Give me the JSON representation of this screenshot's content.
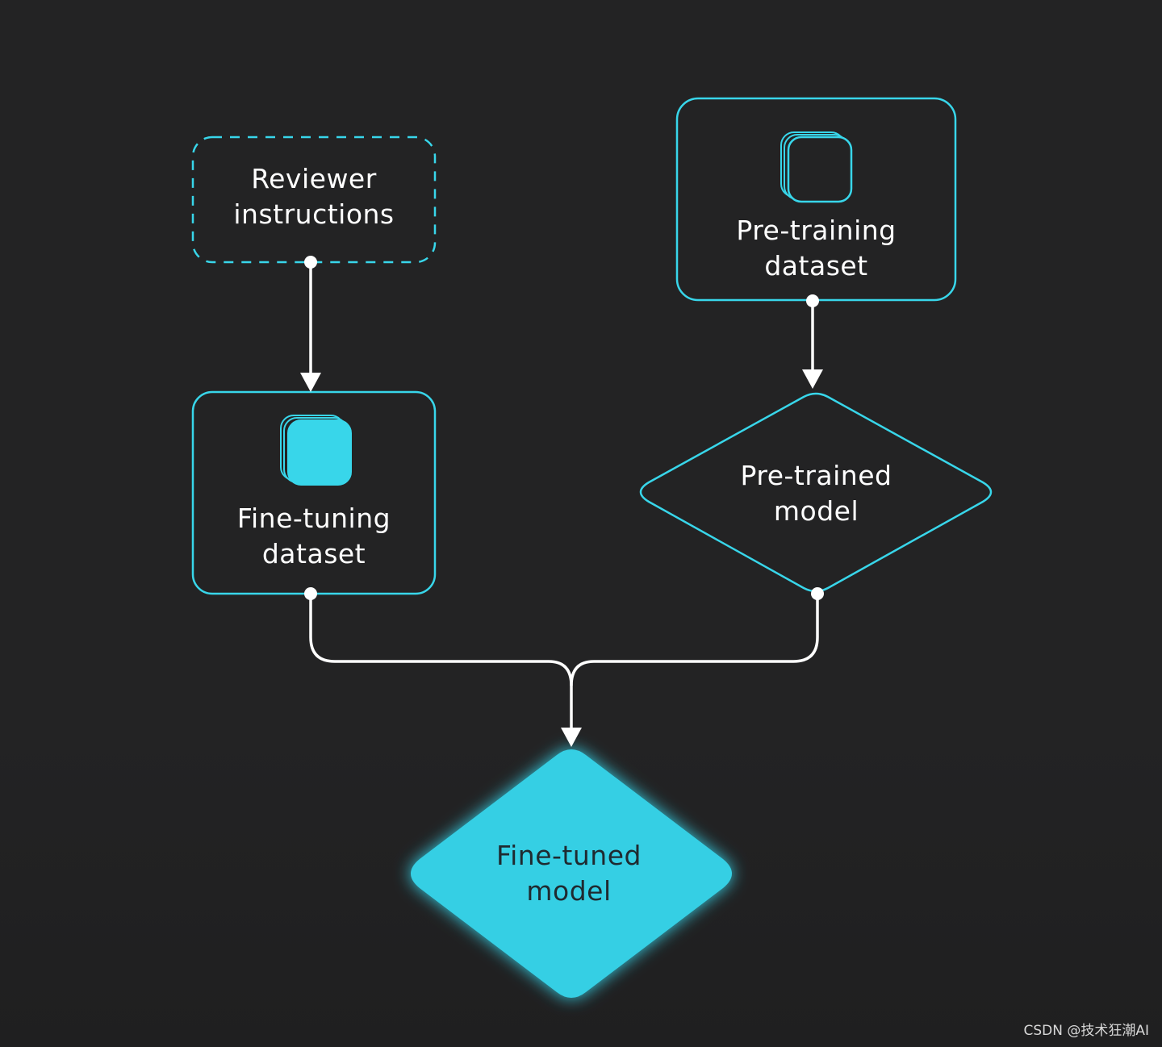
{
  "colors": {
    "background": "#232324",
    "accent": "#38d6ea",
    "connector": "#ffffff",
    "text": "#ffffff",
    "text_on_accent": "#1f2a30"
  },
  "nodes": {
    "reviewer_instructions": {
      "line1": "Reviewer",
      "line2": "instructions",
      "shape": "dashed-rounded-rectangle"
    },
    "fine_tuning_dataset": {
      "line1": "Fine-tuning",
      "line2": "dataset",
      "shape": "rounded-rectangle",
      "icon": "stacked-squares-icon-filled"
    },
    "pre_training_dataset": {
      "line1": "Pre-training",
      "line2": "dataset",
      "shape": "rounded-rectangle",
      "icon": "stacked-squares-icon-outline"
    },
    "pre_trained_model": {
      "line1": "Pre-trained",
      "line2": "model",
      "shape": "diamond-outline"
    },
    "fine_tuned_model": {
      "line1": "Fine-tuned",
      "line2": "model",
      "shape": "diamond-filled"
    }
  },
  "watermark": "CSDN @技术狂潮AI"
}
